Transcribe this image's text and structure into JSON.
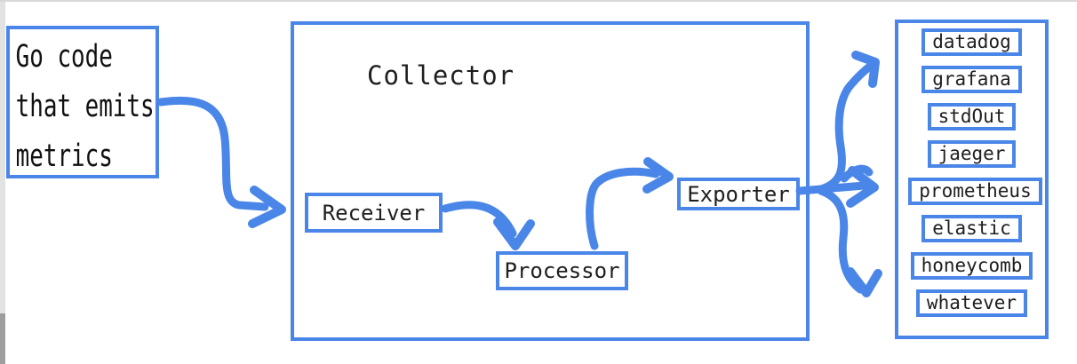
{
  "window": {
    "top_border_color": "#d8d8d8",
    "scrollbar": {
      "track_color": "#e2e2e2",
      "thumb_color": "#9e9e9e"
    }
  },
  "colors": {
    "accent_blue": "#4a86e8",
    "text": "#1e1e1e",
    "background": "#ffffff"
  },
  "source_box": {
    "lines": [
      "Go code",
      "that emits",
      "metrics"
    ]
  },
  "collector": {
    "title": "Collector",
    "stages": [
      {
        "label": "Receiver"
      },
      {
        "label": "Processor"
      },
      {
        "label": "Exporter"
      }
    ]
  },
  "destinations": {
    "items": [
      "datadog",
      "grafana",
      "stdOut",
      "jaeger",
      "prometheus",
      "elastic",
      "honeycomb",
      "whatever"
    ]
  }
}
